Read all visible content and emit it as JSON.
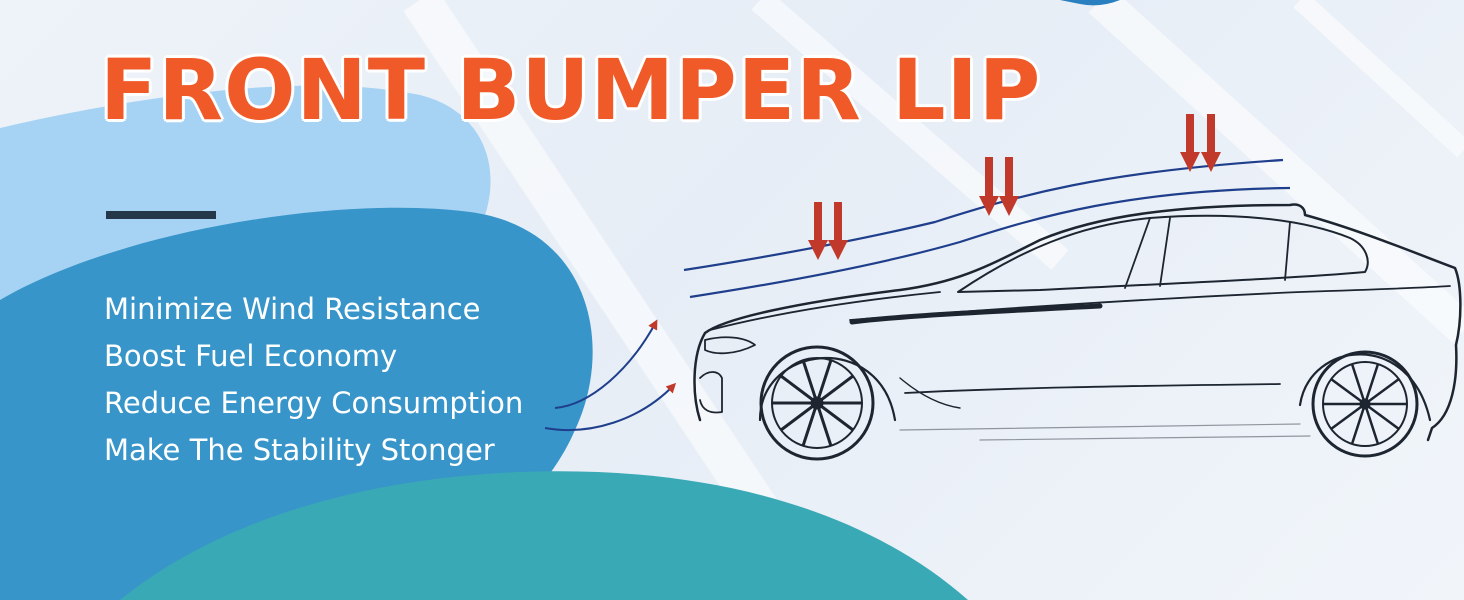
{
  "banner": {
    "title": "FRONT BUMPER LIP",
    "features": [
      "Minimize Wind Resistance",
      "Boost Fuel Economy",
      "Reduce Energy Consumption",
      "Make The Stability Stonger"
    ]
  },
  "colors": {
    "title": "#f05a28",
    "divider": "#24384a",
    "blob_light_blue": "#a6d3f3",
    "blob_blue": "#3795c9",
    "blob_teal": "#3aa9b6",
    "airflow_line": "#1f3f8c",
    "downforce_arrow": "#c0392b",
    "car_outline": "#1d2530"
  },
  "illustration": {
    "subject": "sedan-side-view-line-drawing",
    "icons": [
      "down-arrow-icon",
      "airflow-arrow-icon",
      "wheel-icon"
    ]
  }
}
